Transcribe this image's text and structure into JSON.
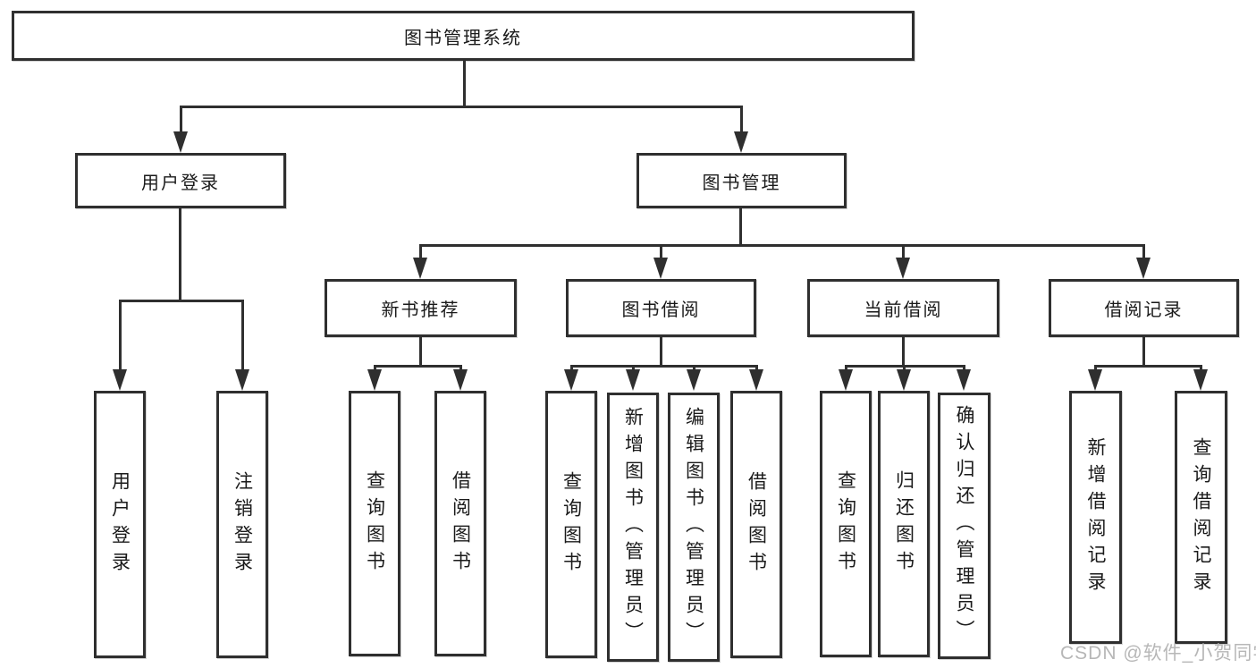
{
  "tree": {
    "label": "图书管理系统",
    "children": [
      {
        "label": "用户登录",
        "children": [
          {
            "label": "用户登录"
          },
          {
            "label": "注销登录"
          }
        ]
      },
      {
        "label": "图书管理",
        "children": [
          {
            "label": "新书推荐",
            "children": [
              {
                "label": "查询图书"
              },
              {
                "label": "借阅图书"
              }
            ]
          },
          {
            "label": "图书借阅",
            "children": [
              {
                "label": "查询图书"
              },
              {
                "label": "新增图书（管理员）"
              },
              {
                "label": "编辑图书（管理员）"
              },
              {
                "label": "借阅图书"
              }
            ]
          },
          {
            "label": "当前借阅",
            "children": [
              {
                "label": "查询图书"
              },
              {
                "label": "归还图书"
              },
              {
                "label": "确认归还（管理员）"
              }
            ]
          },
          {
            "label": "借阅记录",
            "children": [
              {
                "label": "新增借阅记录"
              },
              {
                "label": "查询借阅记录"
              }
            ]
          }
        ]
      }
    ]
  },
  "watermark": "CSDN @软件_小贺同学",
  "colors": {
    "line": "#2f2f2f",
    "text": "#1a1a1a",
    "background": "#ffffff",
    "watermark": "#b7b7b7"
  }
}
